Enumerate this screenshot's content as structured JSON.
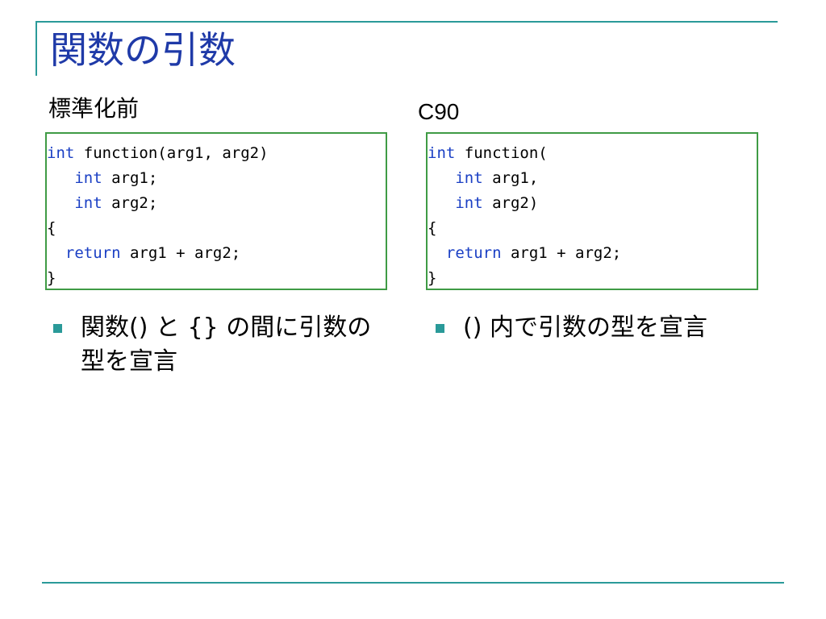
{
  "slide": {
    "title": "関数の引数",
    "colors": {
      "accent_line": "#2a9a99",
      "title": "#1f3aa8",
      "code_border": "#3f9b45",
      "keyword": "#1a3fc4"
    }
  },
  "left": {
    "label": "標準化前",
    "code": [
      {
        "indent": "",
        "kw": "int",
        "rest": " function(arg1, arg2)"
      },
      {
        "indent": "   ",
        "kw": "int",
        "rest": " arg1;"
      },
      {
        "indent": "   ",
        "kw": "int",
        "rest": " arg2;"
      },
      {
        "indent": "",
        "kw": "",
        "rest": "{"
      },
      {
        "indent": "  ",
        "kw": "return",
        "rest": " arg1 + arg2;"
      },
      {
        "indent": "",
        "kw": "",
        "rest": "}"
      }
    ],
    "bullet": "関数() と {} の間に引数の型を宣言"
  },
  "right": {
    "label": "C90",
    "code": [
      {
        "indent": "",
        "kw": "int",
        "rest": " function("
      },
      {
        "indent": "   ",
        "kw": "int",
        "rest": " arg1,"
      },
      {
        "indent": "   ",
        "kw": "int",
        "rest": " arg2)"
      },
      {
        "indent": "",
        "kw": "",
        "rest": "{"
      },
      {
        "indent": "  ",
        "kw": "return",
        "rest": " arg1 + arg2;"
      },
      {
        "indent": "",
        "kw": "",
        "rest": "}"
      }
    ],
    "bullet": "() 内で引数の型を宣言"
  }
}
